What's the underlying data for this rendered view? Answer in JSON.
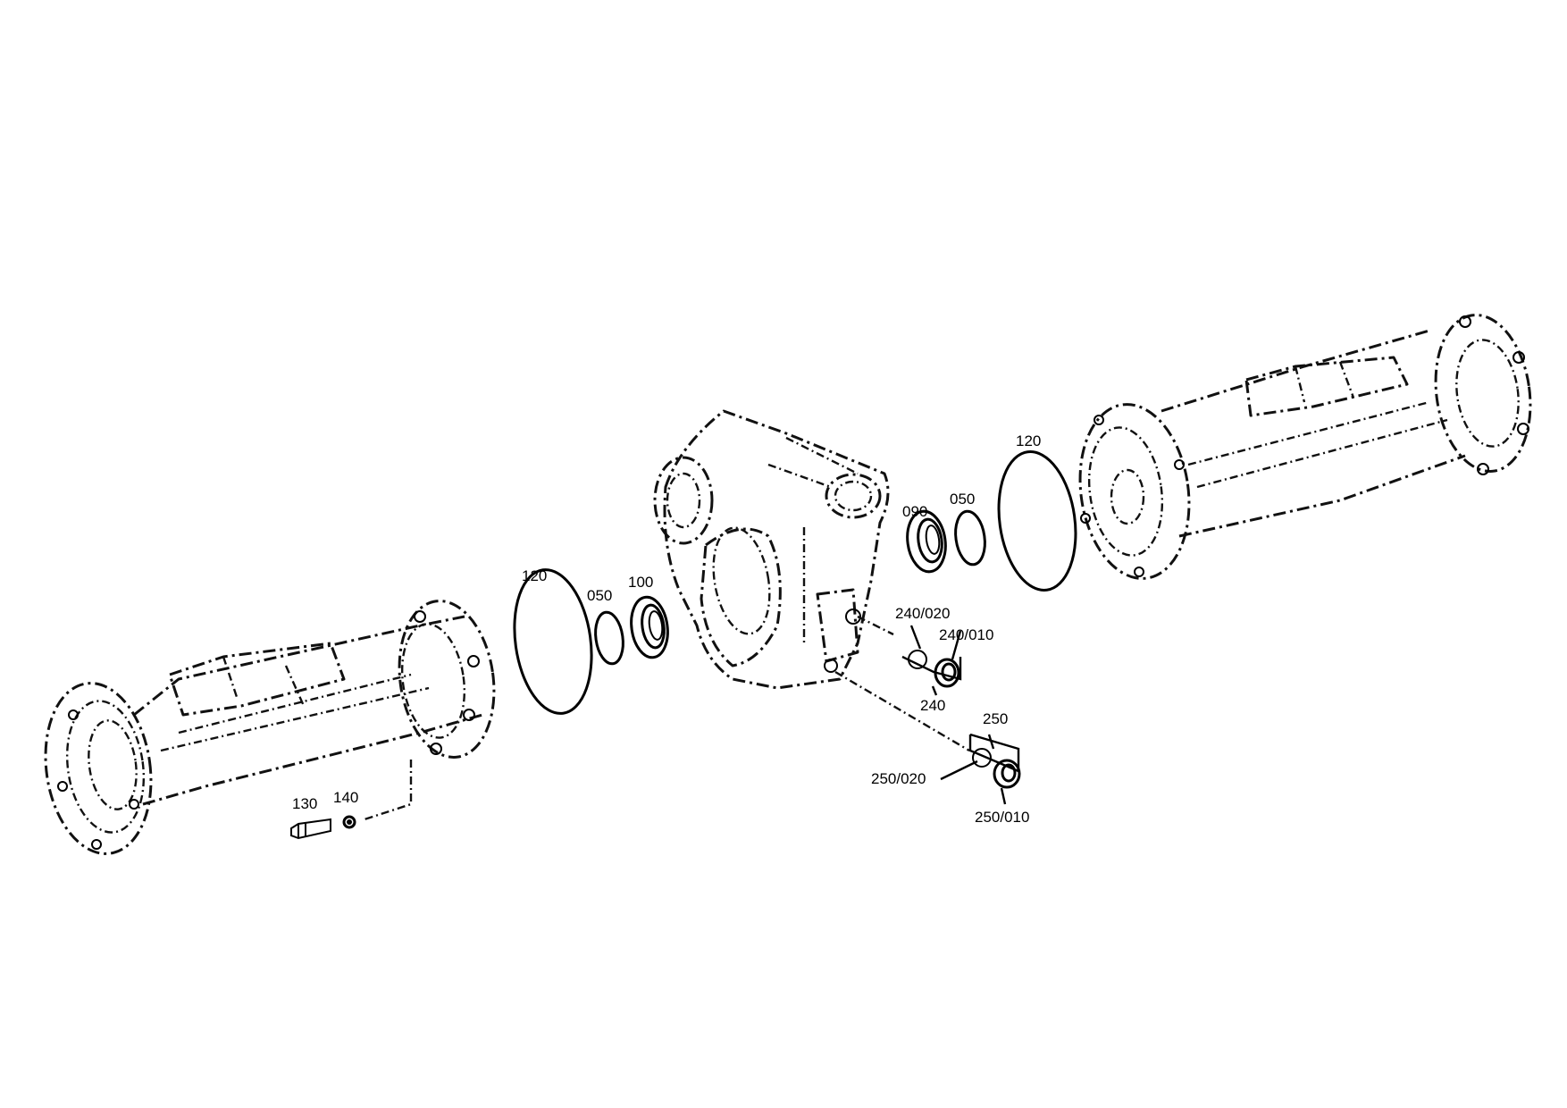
{
  "labels": {
    "left_oring_120": "120",
    "left_ring_050": "050",
    "left_seal_100": "100",
    "right_seal_090": "090",
    "right_ring_050": "050",
    "right_oring_120": "120",
    "screw_130": "130",
    "ring_140": "140",
    "item_240_020": "240/020",
    "item_240_010": "240/010",
    "item_240": "240",
    "item_250": "250",
    "item_250_020": "250/020",
    "item_250_010": "250/010"
  }
}
